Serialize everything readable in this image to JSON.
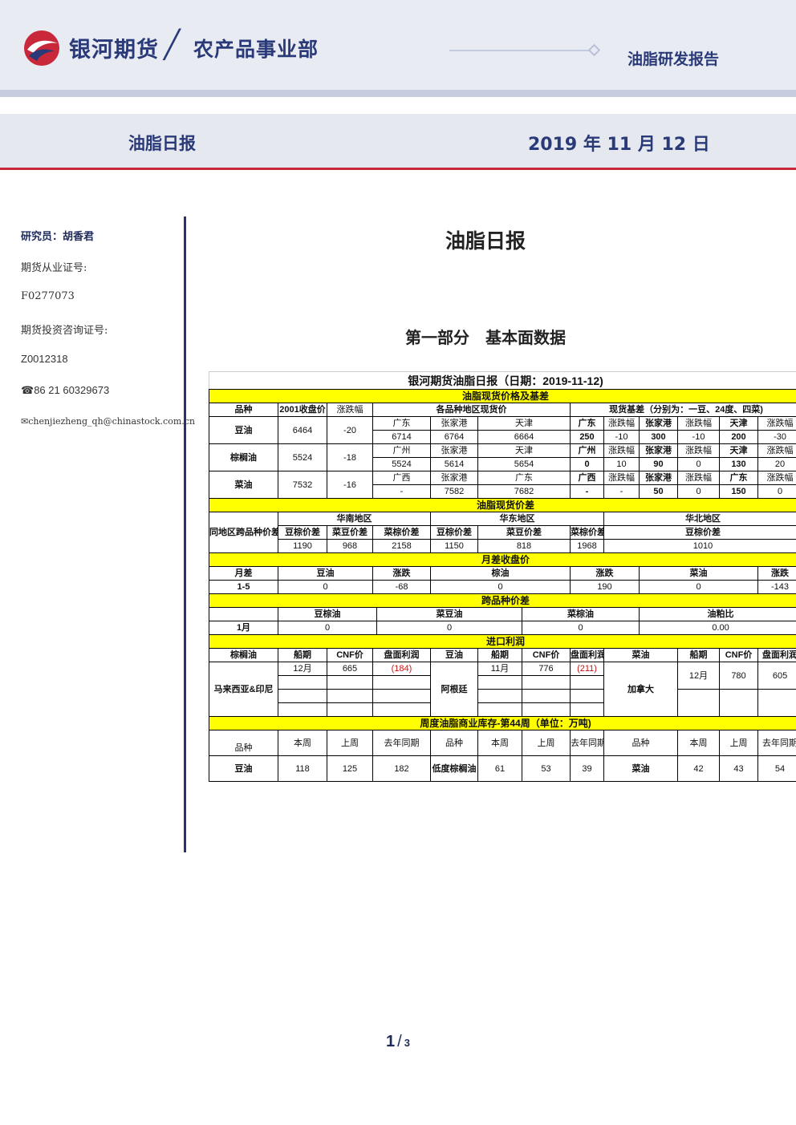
{
  "header": {
    "brand": "银河期货",
    "department": "农产品事业部",
    "report_type": "油脂研发报告",
    "banner_title": "油脂日报",
    "banner_date": "2019 年 11 月 12 日"
  },
  "colors": {
    "navy": "#2a3a78",
    "red_accent": "#c8283a",
    "section_yellow": "#ffff00",
    "negative_red": "#cc1111"
  },
  "sidebar": {
    "researcher": "研究员：胡香君",
    "license_label": "期货从业证号:",
    "license_no": "F0277073",
    "consult_label": "期货投资咨询证号:",
    "consult_no": "Z0012318",
    "phone": "86 21 60329673",
    "email": "chenjiezheng_qh@chinastock.com.cn",
    "phone_icon": "phone-icon",
    "email_icon": "mail-icon"
  },
  "main": {
    "title": "油脂日报",
    "part_title": "第一部分　基本面数据"
  },
  "table": {
    "title": "银河期货油脂日报（日期：2019-11-12)",
    "s1": {
      "title": "油脂现货价格及基差",
      "h_variety": "品种",
      "h_close": "2001收盘价",
      "h_chg": "涨跌幅",
      "h_spot": "各品种地区现货价",
      "h_basis": "现货基差（分别为：一豆、24度、四菜)",
      "rows": [
        {
          "name": "豆油",
          "close": "6464",
          "chg": "-20",
          "regions": [
            "广东",
            "张家港",
            "天津"
          ],
          "prices": [
            "6714",
            "6764",
            "6664"
          ],
          "basis": [
            {
              "r": "广东",
              "v": "250",
              "cl": "涨跌幅",
              "c": "-10"
            },
            {
              "r": "张家港",
              "v": "300",
              "cl": "涨跌幅",
              "c": "-10"
            },
            {
              "r": "天津",
              "v": "200",
              "cl": "涨跌幅",
              "c": "-30"
            }
          ]
        },
        {
          "name": "棕榈油",
          "close": "5524",
          "chg": "-18",
          "regions": [
            "广州",
            "张家港",
            "天津"
          ],
          "prices": [
            "5524",
            "5614",
            "5654"
          ],
          "basis": [
            {
              "r": "广州",
              "v": "0",
              "cl": "涨跌幅",
              "c": "10"
            },
            {
              "r": "张家港",
              "v": "90",
              "cl": "涨跌幅",
              "c": "0"
            },
            {
              "r": "天津",
              "v": "130",
              "cl": "涨跌幅",
              "c": "20"
            }
          ]
        },
        {
          "name": "菜油",
          "close": "7532",
          "chg": "-16",
          "regions": [
            "广西",
            "张家港",
            "广东"
          ],
          "prices": [
            "-",
            "7582",
            "7682"
          ],
          "basis": [
            {
              "r": "广西",
              "v": "-",
              "cl": "涨跌幅",
              "c": "-"
            },
            {
              "r": "张家港",
              "v": "50",
              "cl": "涨跌幅",
              "c": "0"
            },
            {
              "r": "广东",
              "v": "150",
              "cl": "涨跌幅",
              "c": "0"
            }
          ]
        }
      ]
    },
    "s2": {
      "title": "油脂现货价差",
      "label": "同地区跨品种价差",
      "regions": [
        "华南地区",
        "华东地区",
        "华北地区"
      ],
      "south": [
        {
          "h": "豆棕价差",
          "v": "1190"
        },
        {
          "h": "菜豆价差",
          "v": "968"
        },
        {
          "h": "菜棕价差",
          "v": "2158"
        }
      ],
      "east": [
        {
          "h": "豆棕价差",
          "v": "1150"
        },
        {
          "h": "菜豆价差",
          "v": "818"
        },
        {
          "h": "菜棕价差",
          "v": "1968"
        }
      ],
      "north": [
        {
          "h": "豆棕价差",
          "v": "1010"
        }
      ]
    },
    "s3": {
      "title": "月差收盘价",
      "h_label": "月差",
      "h_soy": "豆油",
      "h_chg1": "涨跌",
      "h_palm": "棕油",
      "h_chg2": "涨跌",
      "h_rape": "菜油",
      "h_chg3": "涨跌",
      "row": {
        "label": "1-5",
        "soy": "0",
        "chg1": "-68",
        "palm": "0",
        "chg2": "190",
        "rape": "0",
        "chg3": "-143"
      }
    },
    "s4": {
      "title": "跨品种价差",
      "h": [
        "豆棕油",
        "菜豆油",
        "菜棕油",
        "油粕比"
      ],
      "row_label": "1月",
      "v": [
        "0",
        "0",
        "0",
        "0.00"
      ]
    },
    "s5": {
      "title": "进口利润",
      "h_palm": "棕榈油",
      "h_soy": "豆油",
      "h_rape": "菜油",
      "h_month": "船期",
      "h_cnf": "CNF价",
      "h_profit": "盘面利润",
      "palm_origin": "马来西亚&印尼",
      "soy_origin": "阿根廷",
      "rape_origin": "加拿大",
      "palm": {
        "month": "12月",
        "cnf": "665",
        "profit": "(184)"
      },
      "soy": {
        "month": "11月",
        "cnf": "776",
        "profit": "(211)"
      },
      "rape": {
        "month": "12月",
        "cnf": "780",
        "profit": "605"
      }
    },
    "s6": {
      "title": "周度油脂商业库存-第44周（单位：万吨)",
      "h_variety": "品种",
      "h_this": "本周",
      "h_last": "上周",
      "h_yoy": "去年同期",
      "soy": {
        "name": "豆油",
        "this": "118",
        "last": "125",
        "yoy": "182"
      },
      "palm": {
        "name": "低度棕榈油",
        "this": "61",
        "last": "53",
        "yoy": "39"
      },
      "rape": {
        "name": "菜油",
        "this": "42",
        "last": "43",
        "yoy": "54"
      }
    }
  },
  "footer": {
    "page": "1",
    "total": "3"
  }
}
